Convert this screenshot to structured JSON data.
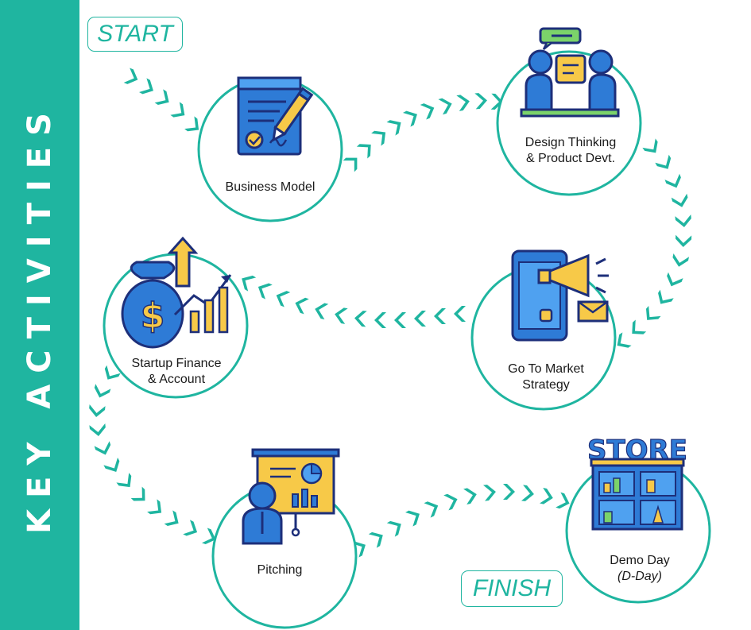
{
  "sidebar": {
    "title": "KEY ACTIVITIES"
  },
  "start_label": "START",
  "finish_label": "FINISH",
  "nodes": [
    {
      "id": "business-model",
      "line1": "Business Model",
      "line2": ""
    },
    {
      "id": "design-thinking",
      "line1": "Design Thinking",
      "line2": "& Product Devt."
    },
    {
      "id": "go-to-market",
      "line1": "Go To Market",
      "line2": "Strategy"
    },
    {
      "id": "startup-finance",
      "line1": "Startup Finance",
      "line2": "& Account"
    },
    {
      "id": "pitching",
      "line1": "Pitching",
      "line2": ""
    },
    {
      "id": "demo-day",
      "line1": "Demo Day",
      "line2": "(D-Day)"
    }
  ],
  "icons": [
    {
      "node": "business-model",
      "icon": "contract-document-icon"
    },
    {
      "node": "design-thinking",
      "icon": "discussion-people-icon"
    },
    {
      "node": "go-to-market",
      "icon": "mobile-marketing-megaphone-icon"
    },
    {
      "node": "startup-finance",
      "icon": "money-bag-growth-icon"
    },
    {
      "node": "pitching",
      "icon": "presentation-board-icon"
    },
    {
      "node": "demo-day",
      "icon": "store-icon"
    }
  ],
  "store_sign": "STORE",
  "colors": {
    "teal": "#1fb5a0",
    "blue": "#2e7bd6",
    "navy": "#1d2f7a",
    "yellow": "#f7c948",
    "green": "#7bd36a"
  }
}
